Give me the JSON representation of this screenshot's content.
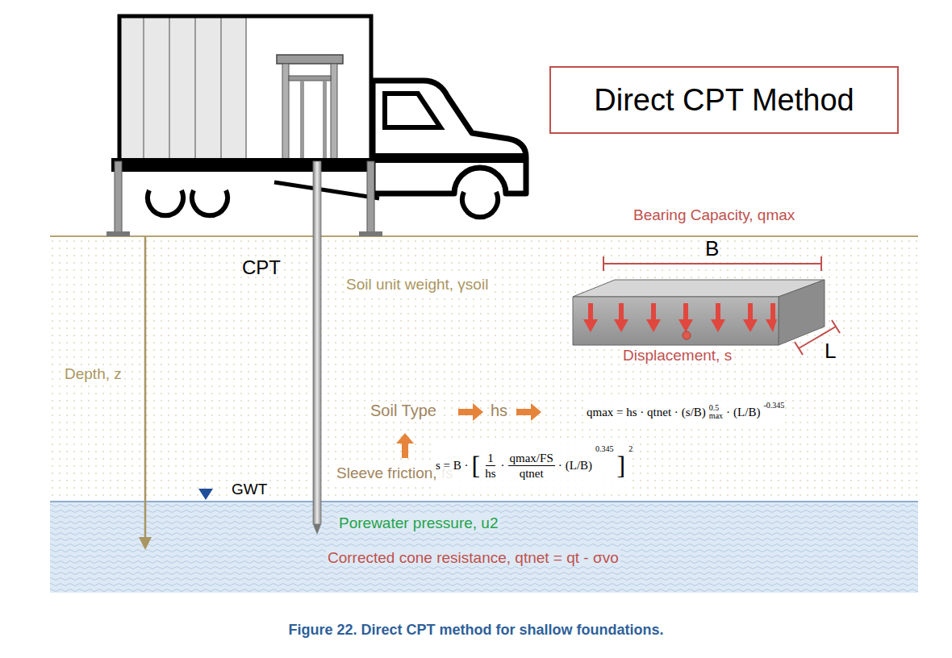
{
  "diagram": {
    "caption": "Figure 22. Direct CPT method for shallow foundations.",
    "nodes": [
      {
        "text": [
          "Direct CPT Method"
        ]
      }
    ],
    "labels": [
      "CPT",
      "Bearing Capacity, qmax",
      "B",
      "Soil unit weight, γsoil",
      "Displacement, s",
      "L",
      "Depth, z",
      "Soil Type",
      "hs",
      "qmax = hs · qtnet ·",
      "(s/B)",
      "0.5",
      "max",
      "·",
      "(L/B)",
      "-0.345",
      "Sleeve friction, fs",
      "s = B ·",
      "[",
      "1",
      "hs",
      "·",
      "qmax/FS",
      "qtnet",
      "·",
      "(L/B)",
      "0.345",
      "]",
      "2",
      "GWT",
      "Porewater pressure, u2",
      "Corrected cone resistance, qtnet = qt - σvo"
    ]
  }
}
